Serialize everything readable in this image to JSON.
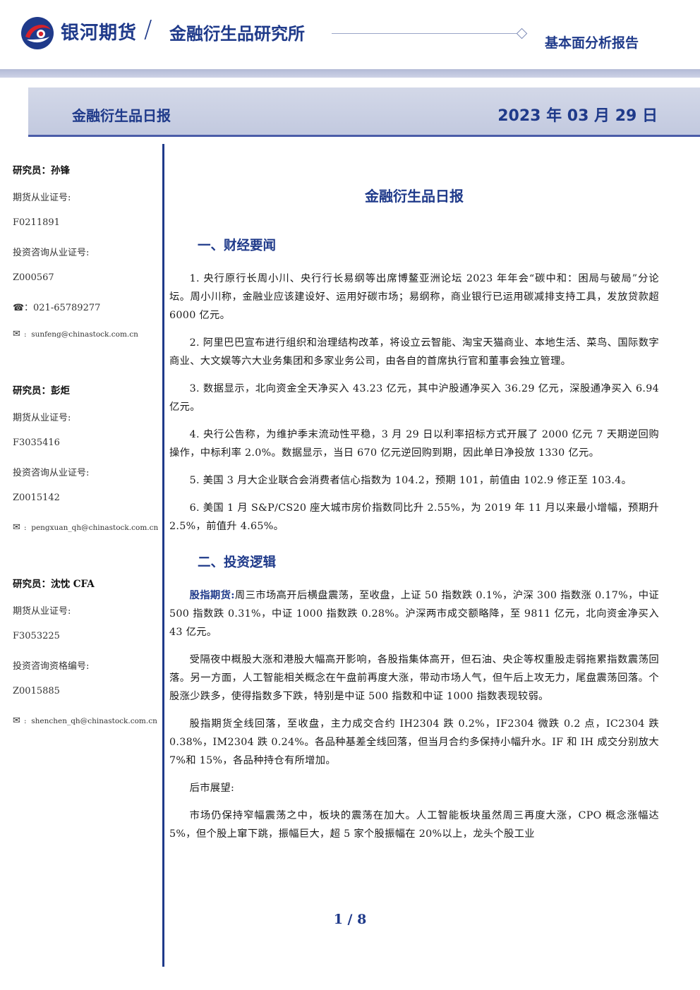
{
  "header": {
    "brand": "银河期货",
    "separator": "/",
    "sub": "金融衍生品研究所",
    "report_type": "基本面分析报告",
    "bar_title": "金融衍生品日报",
    "date": "2023 年 03 月 29 日"
  },
  "sidebar": {
    "analysts": [
      {
        "name_line": "研究员：孙锋",
        "license_label": "期货从业证号:",
        "license": "F0211891",
        "consult_label": "投资咨询从业证号:",
        "consult": "Z000567",
        "phone": "021-65789277",
        "email": "sunfeng@chinastock.com.cn"
      },
      {
        "name_line": "研究员：彭炬",
        "license_label": "期货从业证号:",
        "license": "F3035416",
        "consult_label": "投资咨询从业证号:",
        "consult": "Z0015142",
        "email": "pengxuan_qh@chinastock.com.cn"
      },
      {
        "name_line": "研究员：沈忱  CFA",
        "license_label": "期货从业证号:",
        "license": "F3053225",
        "consult_label": "投资咨询资格编号:",
        "consult": "Z0015885",
        "email": "shenchen_qh@chinastock.com.cn"
      }
    ],
    "phone_icon": "☎",
    "email_icon": "✉"
  },
  "main": {
    "title": "金融衍生品日报",
    "section1": {
      "heading": "一、财经要闻",
      "items": [
        "1. 央行原行长周小川、央行行长易纲等出席博鳌亚洲论坛 2023 年年会“碳中和：困局与破局”分论坛。周小川称，金融业应该建设好、运用好碳市场；易纲称，商业银行已运用碳减排支持工具，发放贷款超 6000 亿元。",
        "2. 阿里巴巴宣布进行组织和治理结构改革，将设立云智能、淘宝天猫商业、本地生活、菜鸟、国际数字商业、大文娱等六大业务集团和多家业务公司，由各自的首席执行官和董事会独立管理。",
        "3. 数据显示，北向资金全天净买入 43.23 亿元，其中沪股通净买入 36.29 亿元，深股通净买入 6.94 亿元。",
        "4. 央行公告称，为维护季末流动性平稳，3 月 29 日以利率招标方式开展了 2000 亿元 7 天期逆回购操作，中标利率 2.0%。数据显示，当日 670 亿元逆回购到期，因此单日净投放 1330 亿元。",
        "5. 美国 3 月大企业联合会消费者信心指数为 104.2，预期 101，前值由 102.9 修正至 103.4。",
        "6. 美国 1 月 S&P/CS20 座大城市房价指数同比升 2.55%，为 2019 年 11 月以来最小增幅，预期升 2.5%，前值升 4.65%。"
      ]
    },
    "section2": {
      "heading": "二、投资逻辑",
      "lead": "股指期货:",
      "p1": "周三市场高开后横盘震荡，至收盘，上证 50 指数跌 0.1%，沪深 300 指数涨 0.17%，中证 500 指数跌 0.31%，中证 1000 指数跌 0.28%。沪深两市成交额略降，至 9811 亿元，北向资金净买入 43 亿元。",
      "p2": "受隔夜中概股大涨和港股大幅高开影响，各股指集体高开，但石油、央企等权重股走弱拖累指数震荡回落。另一方面，人工智能相关概念在午盘前再度大涨，带动市场人气，但午后上攻无力，尾盘震荡回落。个股涨少跌多，使得指数多下跌，特别是中证 500 指数和中证 1000 指数表现较弱。",
      "p3": "股指期货全线回落，至收盘，主力成交合约 IH2304 跌 0.2%，IF2304 微跌 0.2 点，IC2304 跌 0.38%，IM2304 跌 0.24%。各品种基差全线回落，但当月合约多保持小幅升水。IF 和 IH 成交分别放大 7%和 15%，各品种持仓有所增加。",
      "p4": "后市展望:",
      "p5": "市场仍保持窄幅震荡之中，板块的震荡在加大。人工智能板块虽然周三再度大涨，CPO 概念涨幅达 5%，但个股上窜下跳，振幅巨大，超 5 家个股振幅在 20%以上，龙头个股工业"
    }
  },
  "footer": {
    "page": "1  /  8"
  }
}
